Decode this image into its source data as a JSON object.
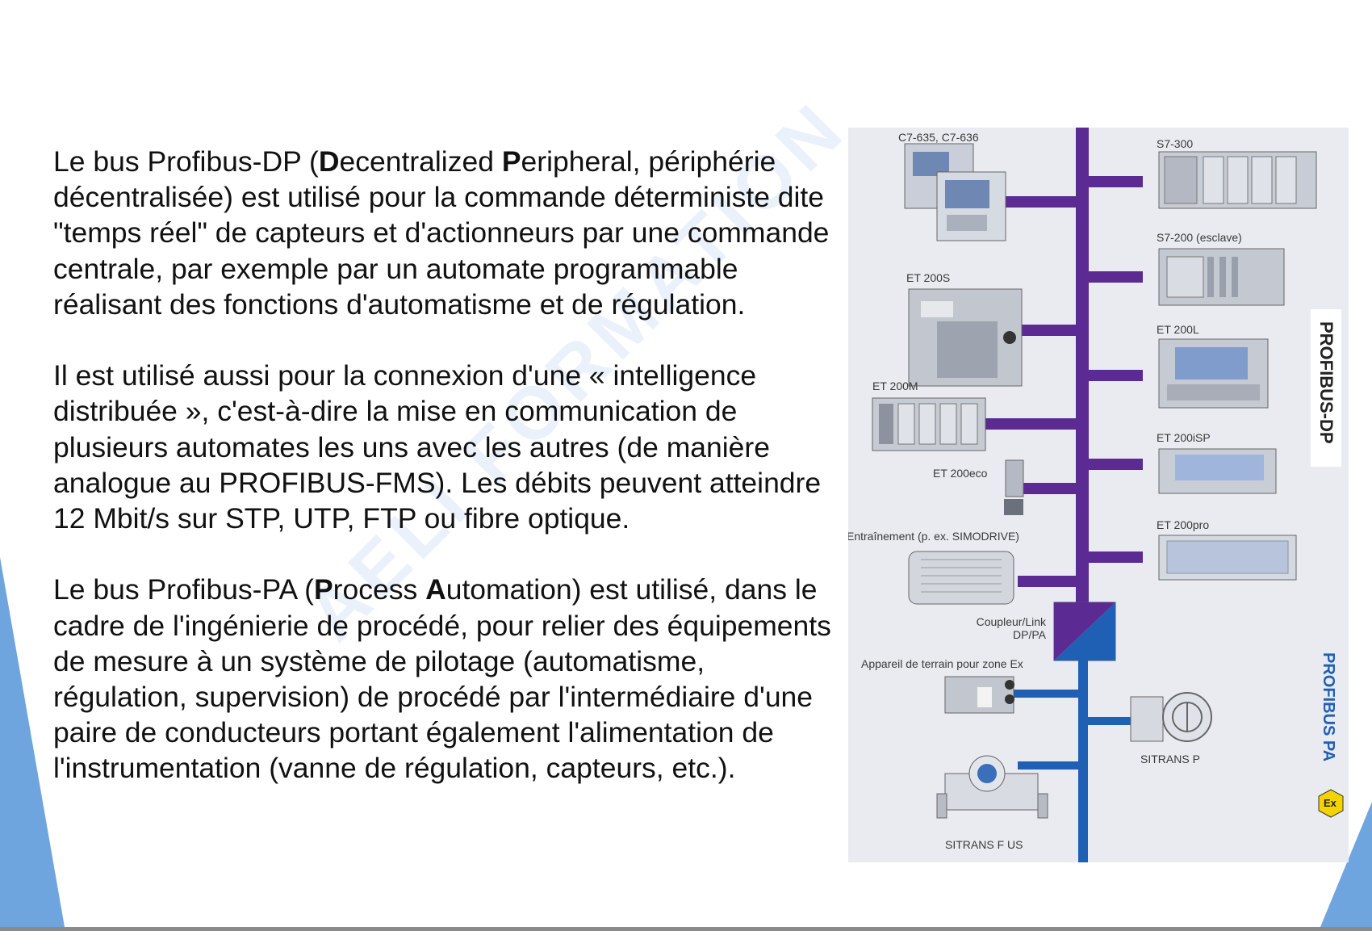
{
  "paragraphs": [
    {
      "runs": [
        {
          "t": "Le bus Profibus-DP (",
          "b": false
        },
        {
          "t": "D",
          "b": true
        },
        {
          "t": "ecentralized ",
          "b": false
        },
        {
          "t": "P",
          "b": true
        },
        {
          "t": "eripheral, périphérie décentralisée) est utilisé pour la commande déterministe dite \"temps réel\" de capteurs et d'actionneurs par une commande centrale, par exemple par un automate programmable réalisant des fonctions d'automatisme et de régulation.",
          "b": false
        }
      ]
    },
    {
      "runs": [
        {
          "t": "Il est utilisé aussi pour la connexion d'une « intelligence distribuée », c'est-à-dire la mise en communication de plusieurs automates les uns avec les autres (de manière analogue au PROFIBUS-FMS). Les débits peuvent atteindre 12 Mbit/s sur STP, UTP, FTP ou fibre optique.",
          "b": false
        }
      ]
    },
    {
      "runs": [
        {
          "t": "Le bus Profibus-PA (",
          "b": false
        },
        {
          "t": "P",
          "b": true
        },
        {
          "t": "rocess ",
          "b": false
        },
        {
          "t": "A",
          "b": true
        },
        {
          "t": "utomation) est utilisé, dans le cadre de l'ingénierie de procédé, pour relier des équipements de mesure à un système de pilotage (automatisme, régulation, supervision) de procédé par l'intermédiaire d'une paire de conducteurs portant également l'alimentation de l'instrumentation (vanne de régulation, capteurs, etc.).",
          "b": false
        }
      ]
    }
  ],
  "watermark": "AELI FORMATION",
  "diagram": {
    "labels": {
      "c7": "C7-635, C7-636",
      "s7300": "S7-300",
      "s7200": "S7-200 (esclave)",
      "et200s": "ET 200S",
      "et200l": "ET 200L",
      "et200m": "ET 200M",
      "et200isp": "ET 200iSP",
      "et200eco": "ET 200eco",
      "et200pro": "ET 200pro",
      "drive": "Entraînement (p. ex. SIMODRIVE)",
      "coupler": "Coupleur/Link\nDP/PA",
      "field_ex": "Appareil de terrain pour zone Ex",
      "sitrans_p": "SITRANS P",
      "sitrans_f": "SITRANS F US",
      "profibus_dp": "PROFIBUS-DP",
      "profibus_pa": "PROFIBUS PA",
      "ex_badge": "Ex"
    },
    "colors": {
      "dp_bus": "#5b2a93",
      "pa_bus": "#1f5fb4",
      "background": "#e9ebf0",
      "accent_shape": "#6fa5de"
    }
  }
}
